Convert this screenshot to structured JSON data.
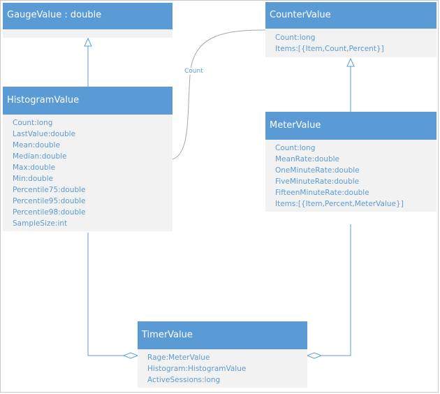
{
  "classes": {
    "gauge": {
      "title": "GaugeValue : double",
      "attributes": []
    },
    "histogram": {
      "title": "HistogramValue",
      "attributes": [
        "Count:long",
        "LastValue:double",
        "Mean:double",
        "Median:double",
        "Max:double",
        "Min:double",
        "Percentile75:double",
        "Percentile95:double",
        "Percentile98:double",
        "SampleSize:int"
      ]
    },
    "counter": {
      "title": "CounterValue",
      "attributes": [
        "Count:long",
        "Items:[{Item,Count,Percent}]"
      ]
    },
    "meter": {
      "title": "MeterValue",
      "attributes": [
        "Count:long",
        "MeanRate:double",
        "OneMinuteRate:double",
        "FiveMinuteRate:double",
        "FifteenMinuteRate:double",
        "Items:[{Item,Percent,MeterValue}]"
      ]
    },
    "timer": {
      "title": "TimerValue",
      "attributes": [
        "Rage:MeterValue",
        "Histogram:HistogramValue",
        "ActiveSessions:long"
      ]
    }
  },
  "connectors": {
    "histogram_counter_label": "Count"
  },
  "colors": {
    "header": "#5b9bd5",
    "body": "#f2f2f2",
    "attribute_text": "#5b9bd5",
    "line": "#5b9bd5"
  }
}
